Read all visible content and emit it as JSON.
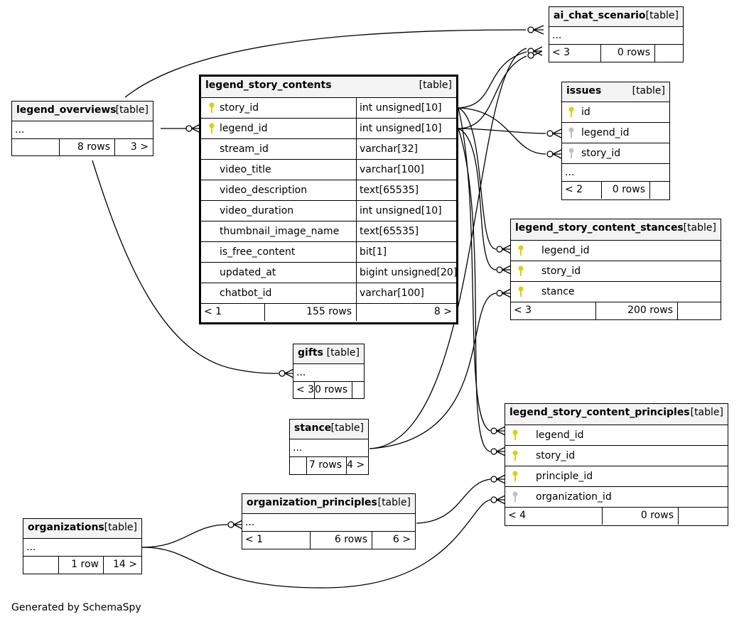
{
  "footer": "Generated by SchemaSpy",
  "colors": {
    "primary_key": "#e0d000",
    "foreign_key": "#c0c0c0",
    "header_bg": "#f3f3f3",
    "line": "#000000"
  },
  "tables": {
    "ai_chat_scenario": {
      "name": "ai_chat_scenario",
      "type": "[table]",
      "ellipsis": "...",
      "parents": "< 3",
      "rows": "0 rows",
      "children": ""
    },
    "issues": {
      "name": "issues",
      "type": "[table]",
      "ellipsis": "...",
      "parents": "< 2",
      "rows": "0 rows",
      "children": "",
      "columns": [
        {
          "name": "id",
          "key": "primary-key"
        },
        {
          "name": "legend_id",
          "key": "foreign-key"
        },
        {
          "name": "story_id",
          "key": "foreign-key"
        }
      ]
    },
    "legend_overviews": {
      "name": "legend_overviews",
      "type": "[table]",
      "ellipsis": "...",
      "parents": "",
      "rows": "8 rows",
      "children": "3 >"
    },
    "legend_story_contents": {
      "name": "legend_story_contents",
      "type": "[table]",
      "parents": "< 1",
      "rows": "155 rows",
      "children": "8 >",
      "columns": [
        {
          "name": "story_id",
          "type": "int unsigned[10]",
          "key": "primary-key"
        },
        {
          "name": "legend_id",
          "type": "int unsigned[10]",
          "key": "primary-key"
        },
        {
          "name": "stream_id",
          "type": "varchar[32]"
        },
        {
          "name": "video_title",
          "type": "varchar[100]"
        },
        {
          "name": "video_description",
          "type": "text[65535]"
        },
        {
          "name": "video_duration",
          "type": "int unsigned[10]"
        },
        {
          "name": "thumbnail_image_name",
          "type": "text[65535]"
        },
        {
          "name": "is_free_content",
          "type": "bit[1]"
        },
        {
          "name": "updated_at",
          "type": "bigint unsigned[20]"
        },
        {
          "name": "chatbot_id",
          "type": "varchar[100]"
        }
      ]
    },
    "legend_story_content_stances": {
      "name": "legend_story_content_stances",
      "type": "[table]",
      "parents": "< 3",
      "rows": "200 rows",
      "children": "",
      "columns": [
        {
          "name": "legend_id",
          "key": "primary-key"
        },
        {
          "name": "story_id",
          "key": "primary-key"
        },
        {
          "name": "stance",
          "key": "primary-key"
        }
      ]
    },
    "gifts": {
      "name": "gifts",
      "type": "[table]",
      "ellipsis": "...",
      "parents": "< 3",
      "rows": "0 rows",
      "children": ""
    },
    "stance": {
      "name": "stance",
      "type": "[table]",
      "ellipsis": "...",
      "parents": "",
      "rows": "7 rows",
      "children": "4 >"
    },
    "legend_story_content_principles": {
      "name": "legend_story_content_principles",
      "type": "[table]",
      "parents": "< 4",
      "rows": "0 rows",
      "children": "",
      "columns": [
        {
          "name": "legend_id",
          "key": "primary-key"
        },
        {
          "name": "story_id",
          "key": "primary-key"
        },
        {
          "name": "principle_id",
          "key": "primary-key"
        },
        {
          "name": "organization_id",
          "key": "foreign-key"
        }
      ]
    },
    "organization_principles": {
      "name": "organization_principles",
      "type": "[table]",
      "ellipsis": "...",
      "parents": "< 1",
      "rows": "6 rows",
      "children": "6 >"
    },
    "organizations": {
      "name": "organizations",
      "type": "[table]",
      "ellipsis": "...",
      "parents": "",
      "rows": "1 row",
      "children": "14 >"
    }
  }
}
